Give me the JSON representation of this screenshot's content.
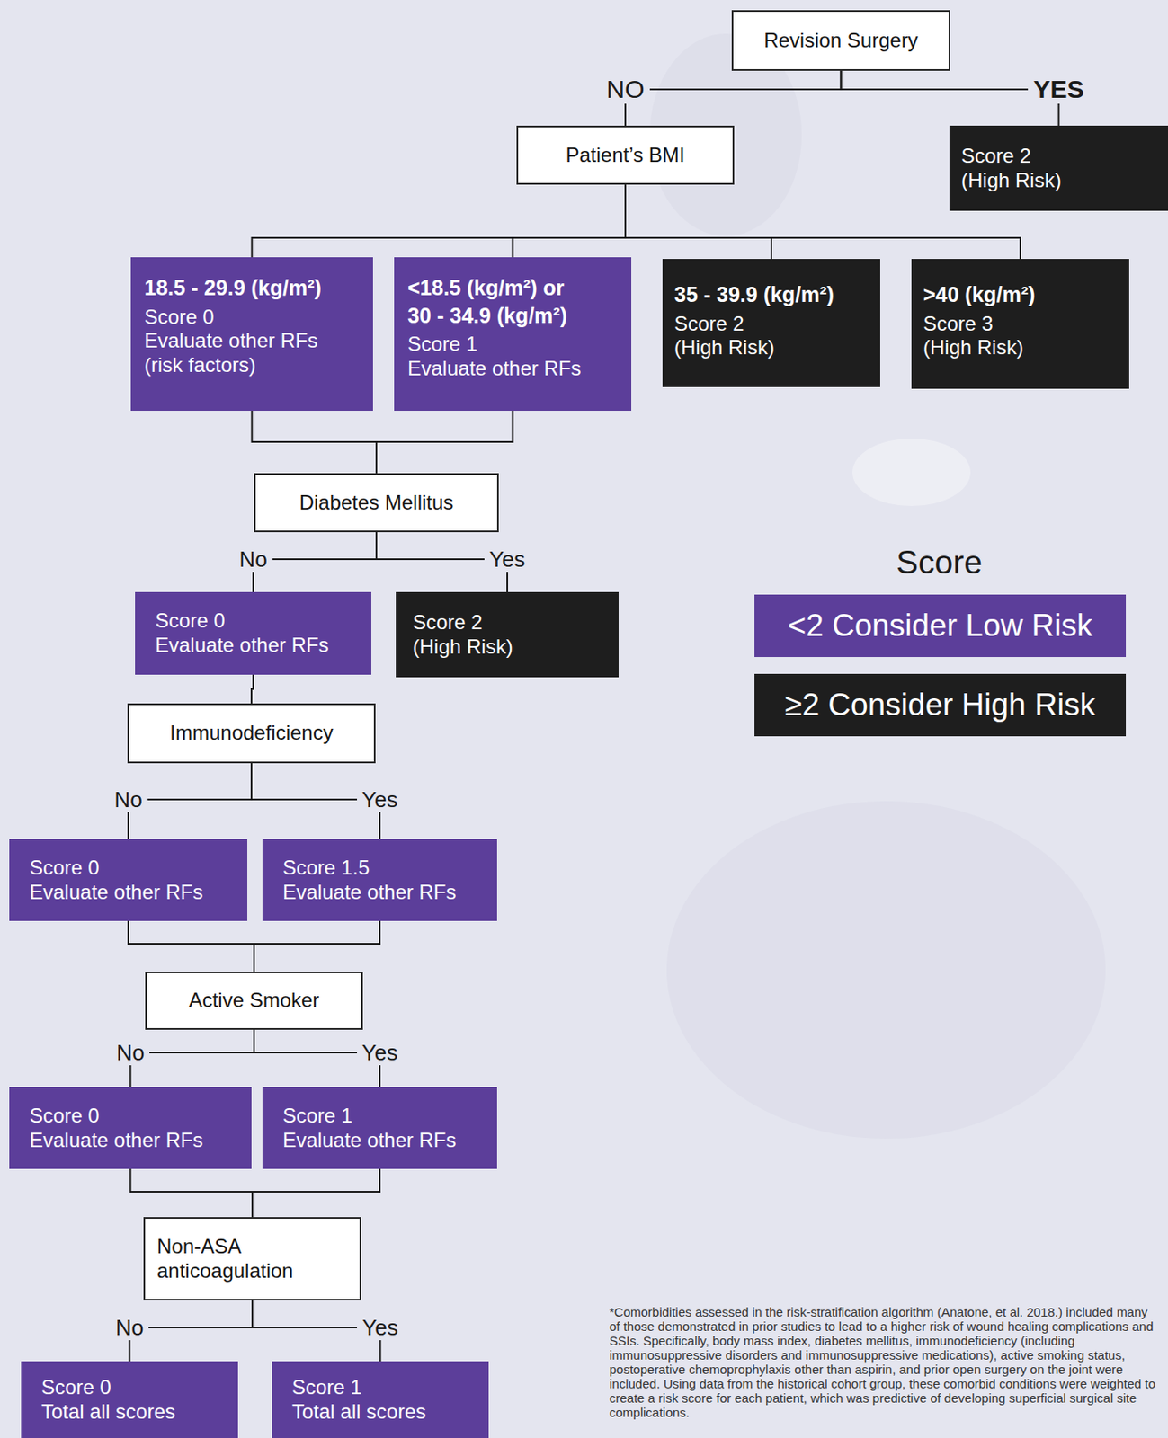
{
  "diagram": {
    "nodes": [
      {
        "text": [
          "Revision Surgery"
        ]
      },
      {
        "text": [
          "Score 2",
          "(High Risk)"
        ]
      },
      {
        "text": [
          "Patient’s BMI"
        ]
      },
      {
        "text": [
          "18.5 - 29.9 (kg/m²)",
          "Score 0",
          "Evaluate other RFs (risk factors)"
        ]
      },
      {
        "text": [
          "<18.5 (kg/m²) or 30 - 34.9 (kg/m²)",
          "Score 1",
          "Evaluate other RFs"
        ]
      },
      {
        "text": [
          "35 - 39.9 (kg/m²)",
          "Score 2",
          "(High Risk)"
        ]
      },
      {
        "text": [
          ">40 (kg/m²)",
          "Score 3",
          "(High Risk)"
        ]
      },
      {
        "text": [
          "Diabetes Mellitus"
        ]
      },
      {
        "text": [
          "Score 0",
          "Evaluate other RFs"
        ]
      },
      {
        "text": [
          "Score 2",
          "(High Risk)"
        ]
      },
      {
        "text": [
          "Immunodeficiency"
        ]
      },
      {
        "text": [
          "Score 0",
          "Evaluate other RFs"
        ]
      },
      {
        "text": [
          "Score 1.5",
          "Evaluate other RFs"
        ]
      },
      {
        "text": [
          "Active Smoker"
        ]
      },
      {
        "text": [
          "Score 0",
          "Evaluate other RFs"
        ]
      },
      {
        "text": [
          "Score 1",
          "Evaluate other RFs"
        ]
      },
      {
        "text": [
          "Non-ASA anticoagulation"
        ]
      },
      {
        "text": [
          "Score 0",
          "Total all scores"
        ]
      },
      {
        "text": [
          "Score 1",
          "Total all scores"
        ]
      }
    ],
    "edges": [
      {
        "from": 0,
        "to": 2,
        "label": "NO",
        "arrow": "none"
      },
      {
        "from": 0,
        "to": 1,
        "label": "YES",
        "arrow": "none"
      },
      {
        "from": 2,
        "to": 3,
        "arrow": "none"
      },
      {
        "from": 2,
        "to": 4,
        "arrow": "none"
      },
      {
        "from": 2,
        "to": 5,
        "arrow": "none"
      },
      {
        "from": 2,
        "to": 6,
        "arrow": "none"
      },
      {
        "from": 3,
        "to": 7,
        "arrow": "none"
      },
      {
        "from": 4,
        "to": 7,
        "arrow": "none"
      },
      {
        "from": 7,
        "to": 8,
        "label": "No",
        "arrow": "none"
      },
      {
        "from": 7,
        "to": 9,
        "label": "Yes",
        "arrow": "none"
      },
      {
        "from": 8,
        "to": 10,
        "arrow": "none"
      },
      {
        "from": 10,
        "to": 11,
        "label": "No",
        "arrow": "none"
      },
      {
        "from": 10,
        "to": 12,
        "label": "Yes",
        "arrow": "none"
      },
      {
        "from": 11,
        "to": 13,
        "arrow": "none"
      },
      {
        "from": 12,
        "to": 13,
        "arrow": "none"
      },
      {
        "from": 13,
        "to": 14,
        "label": "No",
        "arrow": "none"
      },
      {
        "from": 13,
        "to": 15,
        "label": "Yes",
        "arrow": "none"
      },
      {
        "from": 14,
        "to": 16,
        "arrow": "none"
      },
      {
        "from": 15,
        "to": 16,
        "arrow": "none"
      },
      {
        "from": 16,
        "to": 17,
        "label": "No",
        "arrow": "none"
      },
      {
        "from": 16,
        "to": 18,
        "label": "Yes",
        "arrow": "none"
      }
    ],
    "labels": [
      "Score",
      "*Comorbidities assessed in the risk-stratification algorithm (Anatone, et al. 2018.) included many of those demonstrated in prior studies to lead to a higher risk of wound healing complications and SSIs. Specifically, body mass index, diabetes mellitus, immunodeficiency (including immunosuppressive disorders and immunosuppressive medications), active smoking status, postoperative chemoprophylaxis other than aspirin, and prior open surgery on the joint were included. Using data from the historical cohort group, these comorbid conditions were weighted to create a risk score for each patient, which was predictive of developing superficial surgical site complications."
    ],
    "legend": [
      {
        "text": "<2 Consider Low Risk",
        "color": "#5c3e9a"
      },
      {
        "text": "≥2 Consider High Risk",
        "color": "#1e1e1e"
      }
    ]
  }
}
